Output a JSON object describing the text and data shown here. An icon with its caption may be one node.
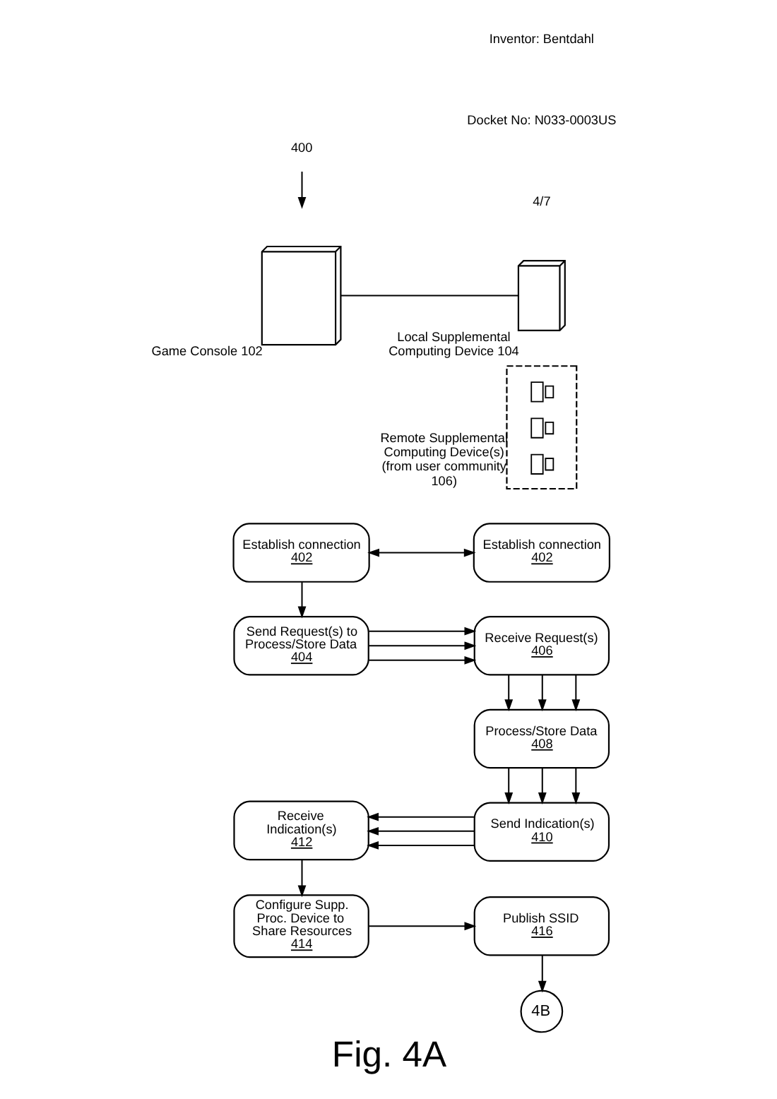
{
  "diagram": {
    "caption": "Fig. 4A",
    "nodes": [
      {
        "text": [
          "400"
        ]
      },
      {
        "text": [],
        "shape": "picture",
        "beside": [
          "Game Console 102"
        ]
      },
      {
        "text": [],
        "shape": "picture",
        "beside": [
          "Local Supplemental Computing Device 104"
        ]
      },
      {
        "text": [],
        "shape": "picture",
        "beside": [
          "Remote Supplemental Computing Device(s) (from user community 106)"
        ]
      },
      {
        "text": [
          "Establish connection",
          "402"
        ]
      },
      {
        "text": [
          "Establish connection",
          "402"
        ]
      },
      {
        "text": [
          "Send Request(s) to Process/Store Data",
          "404"
        ]
      },
      {
        "text": [
          "Receive Request(s)",
          "406"
        ]
      },
      {
        "text": [
          "Process/Store Data",
          "408"
        ]
      },
      {
        "text": [
          "Send Indication(s)",
          "410"
        ]
      },
      {
        "text": [
          "Receive Indication(s)",
          "412"
        ]
      },
      {
        "text": [
          "Configure Supp. Proc. Device to Share Resources",
          "414"
        ]
      },
      {
        "text": [
          "Publish SSID",
          "416"
        ]
      },
      {
        "text": [
          "4B"
        ]
      }
    ],
    "edges": [
      {
        "from": 0,
        "to": null,
        "arrow": "to"
      },
      {
        "from": 1,
        "to": 2,
        "arrow": "none"
      },
      {
        "from": 4,
        "to": 5,
        "arrow": "both"
      },
      {
        "from": 4,
        "to": 6,
        "arrow": "to"
      },
      {
        "from": 6,
        "to": 7,
        "arrow": "to"
      },
      {
        "from": 6,
        "to": 7,
        "arrow": "to"
      },
      {
        "from": 6,
        "to": 7,
        "arrow": "to"
      },
      {
        "from": 7,
        "to": 8,
        "arrow": "to"
      },
      {
        "from": 7,
        "to": 8,
        "arrow": "to"
      },
      {
        "from": 7,
        "to": 8,
        "arrow": "to"
      },
      {
        "from": 8,
        "to": 9,
        "arrow": "to"
      },
      {
        "from": 8,
        "to": 9,
        "arrow": "to"
      },
      {
        "from": 8,
        "to": 9,
        "arrow": "to"
      },
      {
        "from": 9,
        "to": 10,
        "arrow": "to"
      },
      {
        "from": 9,
        "to": 10,
        "arrow": "to"
      },
      {
        "from": 9,
        "to": 10,
        "arrow": "to"
      },
      {
        "from": 10,
        "to": 11,
        "arrow": "to"
      },
      {
        "from": 11,
        "to": 12,
        "arrow": "to"
      },
      {
        "from": 12,
        "to": 13,
        "arrow": "to"
      }
    ],
    "labels": [
      "Inventor: Bentdahl",
      "Docket No: N033-0003US",
      "4/7"
    ]
  }
}
